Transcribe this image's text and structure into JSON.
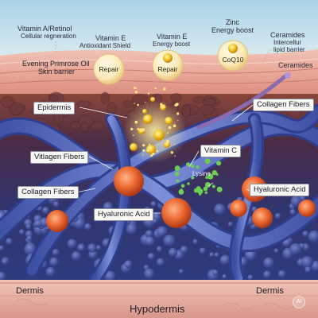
{
  "labels": {
    "vitamin_a": "Vitamin A/Retinol",
    "vitamin_a_sub": "Cellular regneration",
    "evening_primrose": "Evening Primrose Oil",
    "evening_primrose_sub": "Skin barrier",
    "vitamin_e_1": "Vitamin E",
    "vitamin_e_1_sub": "Antioxidant Shield",
    "repair_1": "Repair",
    "vitamin_e_2": "Vitamin E",
    "vitamin_e_2_sub": "Energy boost",
    "repair_2": "Repair",
    "zinc": "Zinc",
    "zinc_sub": "Energy boost",
    "coq10": "CoQ10",
    "ceramides_1": "Ceramides",
    "ceramides_1_sub1": "Intercellur",
    "ceramides_1_sub2": "lipid barrier",
    "ceramides_2": "Ceramides"
  },
  "callouts": {
    "epidermis": "Epidermis",
    "collagen_right": "Collagen Fibers",
    "vitagen": "Vitlagen Fibers",
    "collagen_left": "Collagen Fibers",
    "vitamin_c": "Vitamin C",
    "lysine": "Lysine",
    "hyaluronic_center": "Hyaluronic Acid",
    "hyaluronic_right": "Hyaluronic Acid"
  },
  "layers": {
    "dermis_left": "Dermis",
    "dermis_right": "Dermis",
    "hypodermis": "Hypodermis"
  },
  "icons": {
    "corner": "ai-watermark-icon",
    "corner_text": "AI"
  },
  "colors": {
    "sky": "#b9dcea",
    "epidermis_pink": "#e9a89a",
    "dermis_brown": "#7a3f36",
    "fiber_blue": "#4c62b8",
    "cell_blue": "#4756a6",
    "hyaluronic_orange": "#e8622c",
    "gold": "#f5c22a",
    "hypodermis": "#e8b0a2"
  }
}
